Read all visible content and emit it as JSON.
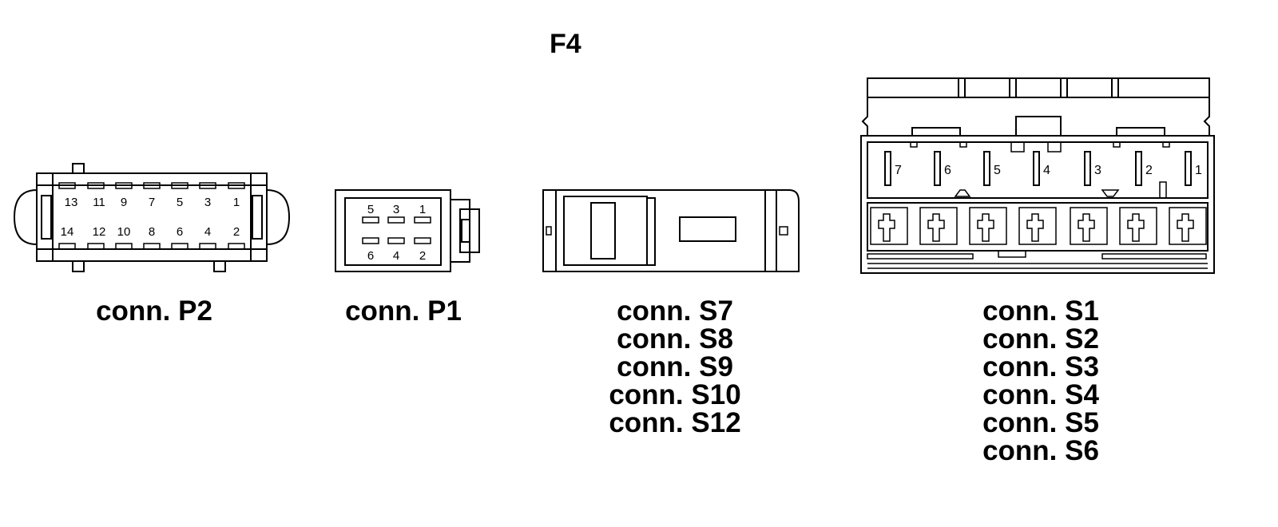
{
  "title": "F4",
  "connectors": {
    "p2": {
      "caption": [
        "conn. P2"
      ],
      "top_pins": [
        "13",
        "11",
        "9",
        "7",
        "5",
        "3",
        "1"
      ],
      "bottom_pins": [
        "14",
        "12",
        "10",
        "8",
        "6",
        "4",
        "2"
      ]
    },
    "p1": {
      "caption": [
        "conn. P1"
      ],
      "top_pins": [
        "5",
        "3",
        "1"
      ],
      "bottom_pins": [
        "6",
        "4",
        "2"
      ]
    },
    "s_small": {
      "caption": [
        "conn. S7",
        "conn. S8",
        "conn. S9",
        "conn. S10",
        "conn. S12"
      ]
    },
    "s_large": {
      "caption": [
        "conn. S1",
        "conn. S2",
        "conn. S3",
        "conn. S4",
        "conn. S5",
        "conn. S6"
      ],
      "pins": [
        "7",
        "6",
        "5",
        "4",
        "3",
        "2",
        "1"
      ]
    }
  }
}
